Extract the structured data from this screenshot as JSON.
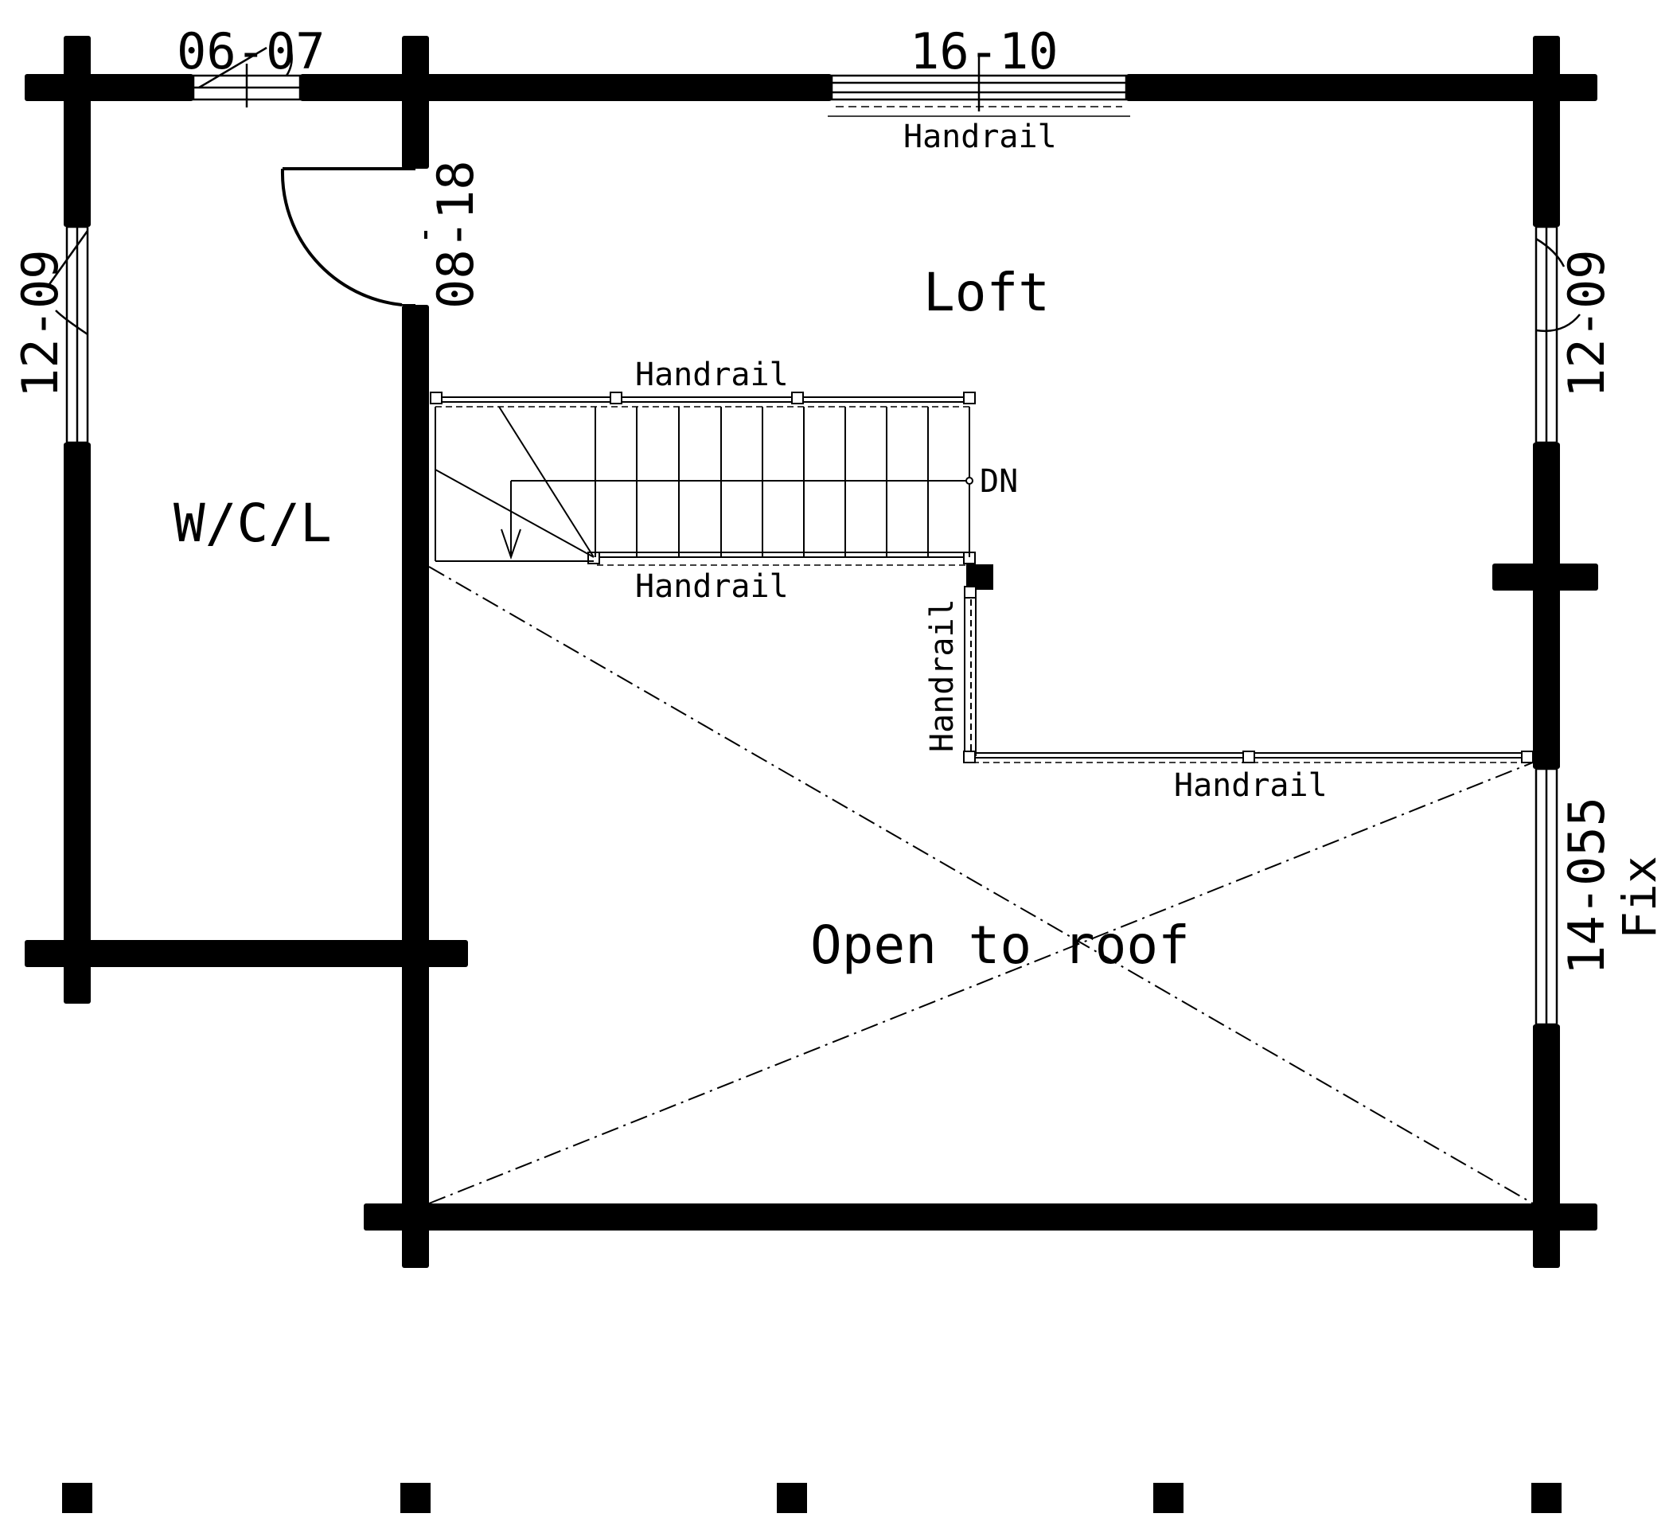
{
  "rooms": {
    "loft": "Loft",
    "wcl": "W/C/L",
    "open_to_roof": "Open to roof"
  },
  "windows": {
    "top_left": "06-07",
    "top_center": "16-10",
    "left": "12-09",
    "right": "12-09",
    "right_fixed": "14-055",
    "right_fixed_note": "Fix"
  },
  "door": {
    "label": "08-18"
  },
  "handrails": {
    "top_window": "Handrail",
    "stair_top": "Handrail",
    "stair_bottom": "Handrail",
    "vertical": "Handrail",
    "bottom": "Handrail"
  },
  "stair": {
    "direction": "DN"
  },
  "colors": {
    "wall": "#000000",
    "background": "#ffffff"
  }
}
